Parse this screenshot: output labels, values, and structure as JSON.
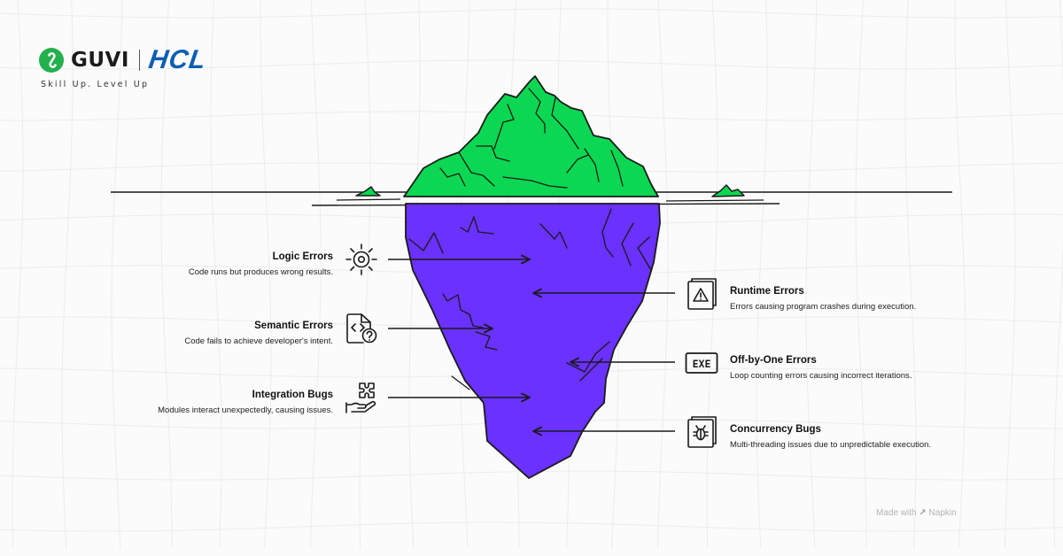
{
  "brand": {
    "name": "GUVI",
    "partner": "HCL",
    "tagline": "Skill Up. Level Up"
  },
  "colors": {
    "tip": "#0bd752",
    "body": "#6a31ff",
    "outline": "#1a1a1a",
    "hcl": "#0a5fb3"
  },
  "items": {
    "logic": {
      "title": "Logic Errors",
      "desc": "Code runs but produces wrong results.",
      "icon": "sun-gear-icon"
    },
    "semantic": {
      "title": "Semantic Errors",
      "desc": "Code fails to achieve developer's intent.",
      "icon": "code-question-icon"
    },
    "integration": {
      "title": "Integration Bugs",
      "desc": "Modules interact unexpectedly, causing issues.",
      "icon": "puzzle-hand-icon"
    },
    "runtime": {
      "title": "Runtime Errors",
      "desc": "Errors causing program crashes during execution.",
      "icon": "warning-document-icon"
    },
    "offbyone": {
      "title": "Off-by-One Errors",
      "desc": "Loop counting errors causing incorrect iterations.",
      "icon": "exe-icon"
    },
    "concurrency": {
      "title": "Concurrency Bugs",
      "desc": "Multi-threading issues due to unpredictable execution.",
      "icon": "bug-document-icon"
    }
  },
  "icon_text": {
    "exe": "EXE"
  },
  "credit": {
    "prefix": "Made with",
    "tool": "Napkin"
  }
}
